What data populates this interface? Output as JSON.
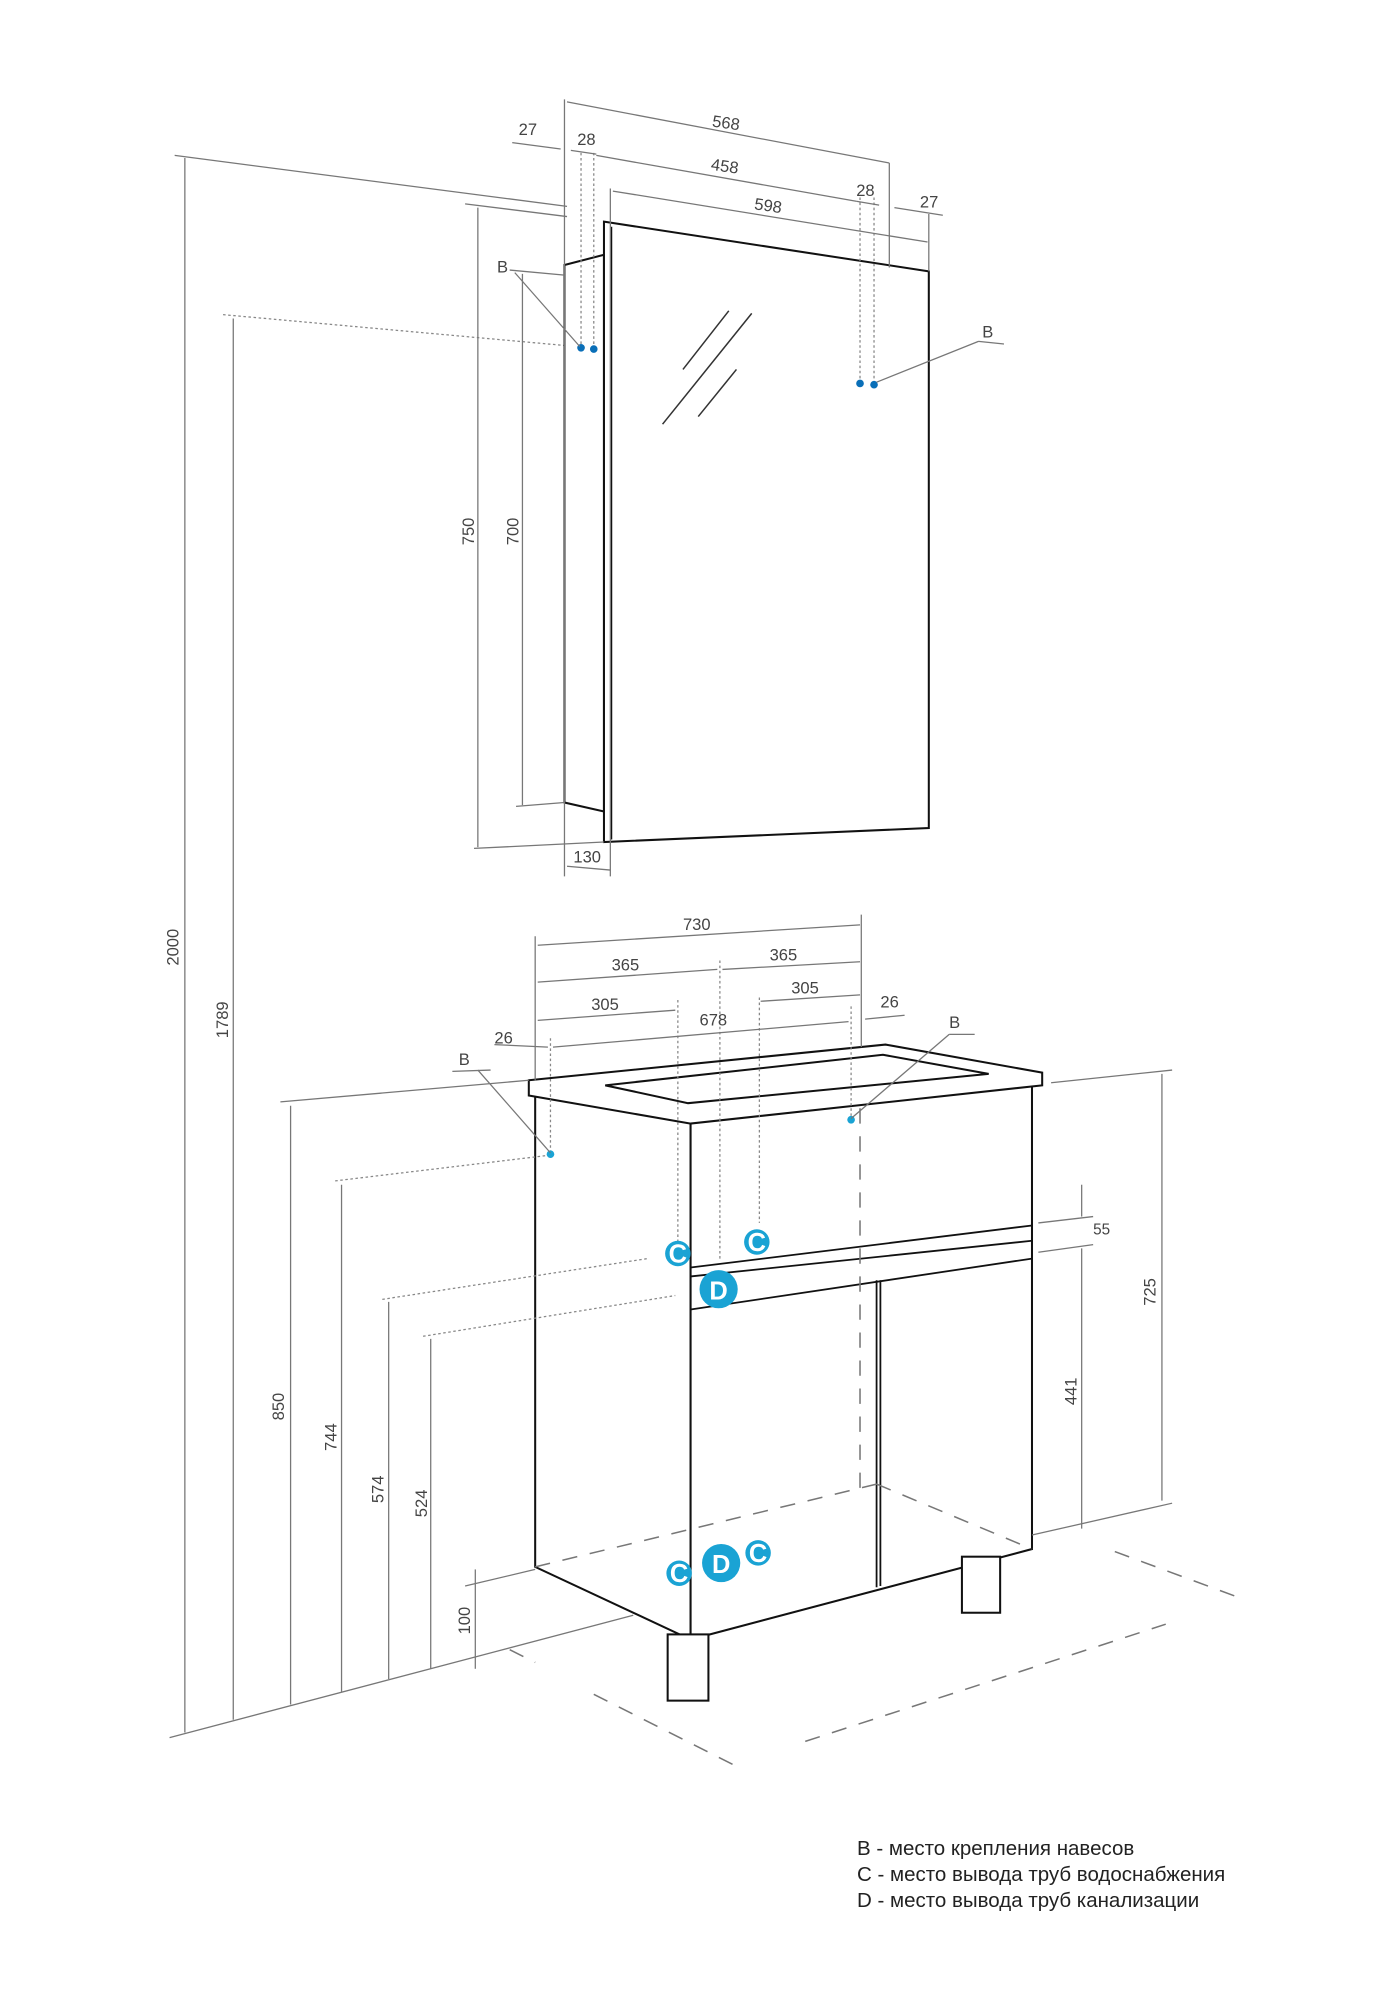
{
  "dimensions": {
    "mirror_width": "568",
    "mirror_inner": "458",
    "mirror_total": "598",
    "offset_left_27": "27",
    "offset_left_28": "28",
    "offset_right_28": "28",
    "offset_right_27": "27",
    "mirror_height": "750",
    "mirror_body_height": "700",
    "mirror_depth": "130",
    "total_height": "2000",
    "mount_height": "1789",
    "vanity_width": "730",
    "half_left": "365",
    "half_right": "365",
    "pipe_left": "305",
    "pipe_right": "305",
    "mount_span": "678",
    "edge_left": "26",
    "edge_right": "26",
    "vanity_height": "850",
    "mount_b_height": "744",
    "pipe_c_height": "574",
    "pipe_d_height": "524",
    "leg_height": "100",
    "door_height": "441",
    "body_height": "725",
    "rail": "55"
  },
  "markers": {
    "b": "B",
    "c": "C",
    "d": "D"
  },
  "legend": [
    "B - место крепления навесов",
    "C - место вывода труб водоснабжения",
    "D - место вывода труб канализации"
  ],
  "colors": {
    "marker": "#1aa3d4",
    "mount_dot": "#0a6fb8"
  }
}
